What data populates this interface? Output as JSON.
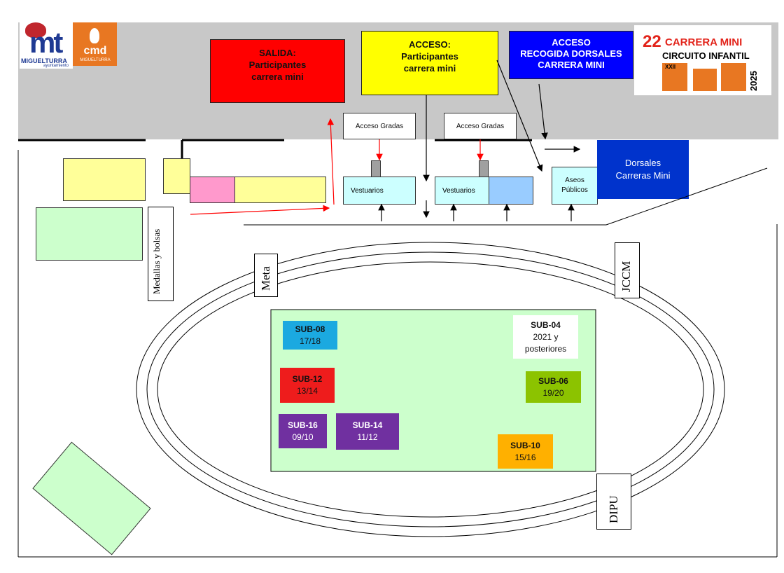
{
  "logos": {
    "miguelturra_initials": "mt",
    "miguelturra_name": "MIGUELTURRA",
    "miguelturra_sub": "ayuntamiento",
    "cmd_initials": "cmd",
    "cmd_name": "MIGUELTURRA"
  },
  "event_logo": {
    "number": "22",
    "title": "CARRERA MINI",
    "subtitle": "CIRCUITO INFANTIL",
    "edition": "XXII",
    "year": "2025"
  },
  "signs": {
    "salida": [
      "SALIDA:",
      "Participantes",
      "carrera mini"
    ],
    "acceso": [
      "ACCESO:",
      "Participantes",
      "carrera mini"
    ],
    "recogida": [
      "ACCESO",
      "RECOGIDA DORSALES",
      "CARRERA MINI"
    ]
  },
  "facilities": {
    "acceso_gradas_1": "Acceso Gradas",
    "acceso_gradas_2": "Acceso Gradas",
    "vestuarios_1": "Vestuarios",
    "vestuarios_2": "Vestuarios",
    "aseos": [
      "Aseos",
      "Públicos"
    ],
    "dorsales": [
      "Dorsales",
      "Carreras Mini"
    ],
    "medallas": "Medallas y bolsas"
  },
  "track_labels": {
    "meta": "Meta",
    "jccm": "JCCM",
    "dipu": "DIPU"
  },
  "categories": [
    {
      "id": "sub08",
      "name": "SUB-08",
      "years": "17/18",
      "color": "#1ba9e0"
    },
    {
      "id": "sub04",
      "name": "SUB-04",
      "years": "2021 y posteriores",
      "color": "#ffffff"
    },
    {
      "id": "sub12",
      "name": "SUB-12",
      "years": "13/14",
      "color": "#ee1c1c"
    },
    {
      "id": "sub06",
      "name": "SUB-06",
      "years": "19/20",
      "color": "#8cc300"
    },
    {
      "id": "sub16",
      "name": "SUB-16",
      "years": "09/10",
      "color": "#7030a0"
    },
    {
      "id": "sub14",
      "name": "SUB-14",
      "years": "11/12",
      "color": "#7030a0"
    },
    {
      "id": "sub10",
      "name": "SUB-10",
      "years": "15/16",
      "color": "#ffb000"
    }
  ],
  "colors": {
    "band": "#c8c8c8",
    "zone_yellow": "#ffff99",
    "zone_pink": "#ff99cc",
    "zone_green": "#ccffcc",
    "dorsales_blue": "#0033cc",
    "vest_blue": "#99ccff",
    "arrow_red": "#ff0000"
  }
}
